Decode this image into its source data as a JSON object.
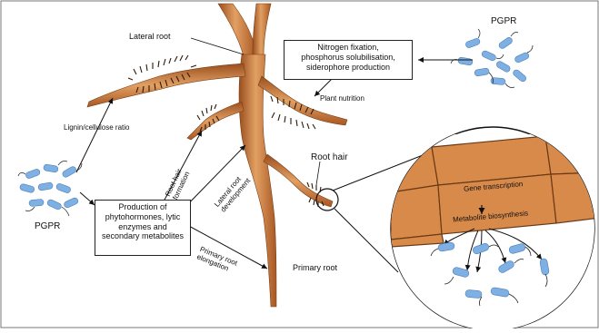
{
  "labels": {
    "lateral_root": "Lateral root",
    "pgpr_top": "PGPR",
    "pgpr_left": "PGPR",
    "plant_nutrition": "Plant nutrition",
    "lignin_ratio": "Lignin/cellulose ratio",
    "root_hair": "Root hair",
    "root_hair_formation": "Root hair formation",
    "lateral_root_development": "Lateral root development",
    "primary_root_elongation": "Primary root elongation",
    "primary_root": "Primary root",
    "gene_transcription": "Gene transcription",
    "metabolite_biosynthesis": "Metabolite biosynthesis"
  },
  "boxes": {
    "nitrogen": [
      "Nitrogen fixation,",
      "phosphorus solubilisation,",
      "siderophore production"
    ],
    "production": [
      "Production of",
      "phytohormones, lytic",
      "enzymes and",
      "secondary metabolites"
    ]
  },
  "colors": {
    "root_fill": "#c8773c",
    "root_dark": "#9a4e1e",
    "root_light": "#e8a66a",
    "hair": "#3a2410",
    "bacteria": "#7fb0e3",
    "cell_fill": "#d88a4b",
    "cell_border": "#6a3a14",
    "border": "#444444"
  },
  "icons": {
    "bacteria": "bacteria-cluster-icon",
    "magnifier": "magnify-circle-icon"
  }
}
